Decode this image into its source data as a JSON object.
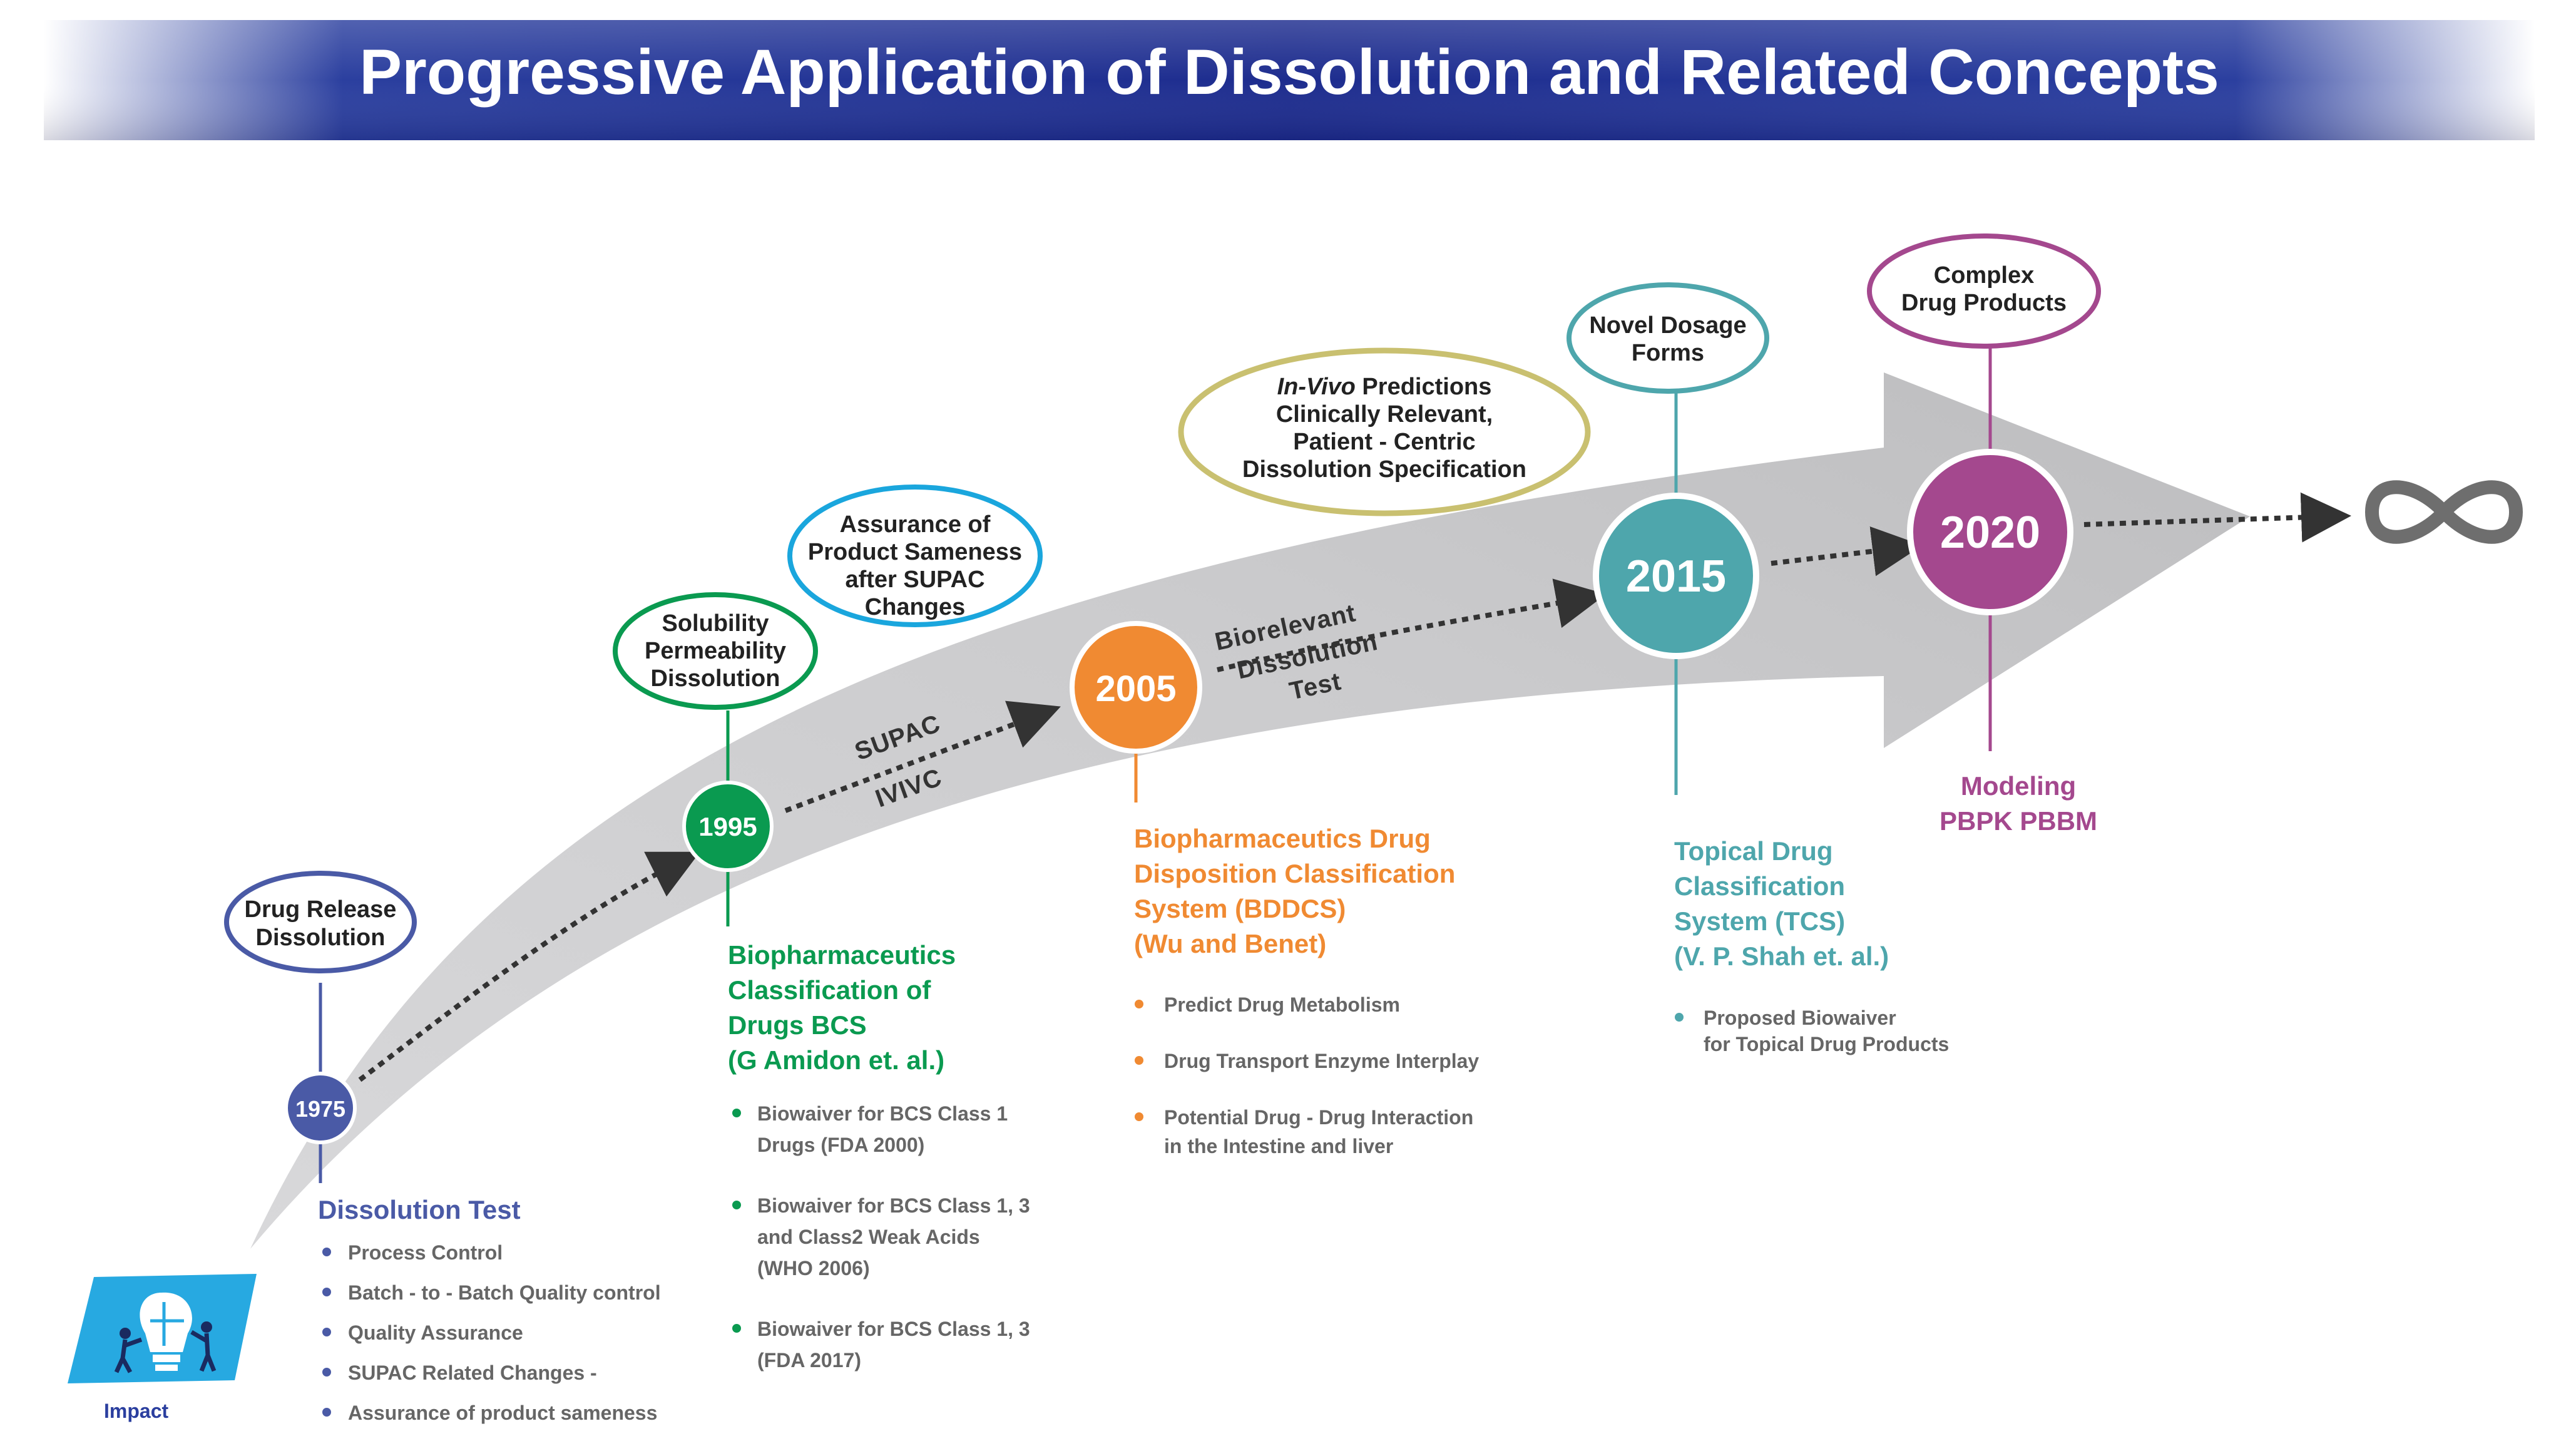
{
  "title": "Progressive Application of Dissolution and Related Concepts",
  "colors": {
    "banner_dark": "#1a2a8c",
    "banner_light": "#3a58c8",
    "arrow_gray": "#cfcfd1",
    "c1975": "#4a5aa6",
    "c1995": "#0a9a50",
    "c2005": "#f08a32",
    "c2015": "#4ea6ac",
    "c2020": "#a4488e",
    "bubble_2005": "#c9c070",
    "bubble_1995_b": "#1aa6dd",
    "infinity": "#6e6e6e",
    "impact_blue": "#27a9e1"
  },
  "milestones": {
    "m1975": {
      "year": "1975",
      "bubble": [
        "Drug Release",
        "Dissolution"
      ],
      "heading": [
        "Dissolution Test"
      ],
      "bullets": [
        [
          "Process Control"
        ],
        [
          "Batch - to - Batch Quality control"
        ],
        [
          "Quality Assurance"
        ],
        [
          "SUPAC Related Changes -"
        ],
        [
          "Assurance of product sameness"
        ]
      ]
    },
    "m1995": {
      "year": "1995",
      "bubble": [
        "Solubility",
        "Permeability",
        "Dissolution"
      ],
      "bubble2": [
        "Assurance of",
        "Product Sameness",
        "after SUPAC",
        "Changes"
      ],
      "heading": [
        "Biopharmaceutics",
        "Classification of",
        "Drugs BCS",
        "(G Amidon et. al.)"
      ],
      "bullets": [
        [
          "Biowaiver for BCS Class 1",
          "Drugs (FDA 2000)"
        ],
        [
          "Biowaiver for BCS  Class 1, 3",
          "and Class2 Weak Acids",
          "(WHO 2006)"
        ],
        [
          "Biowaiver for BCS  Class 1, 3",
          "(FDA 2017)"
        ]
      ]
    },
    "m2005": {
      "year": "2005",
      "bubble": {
        "line1_italic": "In-Vivo",
        "line1_rest": " Predictions",
        "lines": [
          "Clinically Relevant,",
          "Patient - Centric",
          "Dissolution Specification"
        ]
      },
      "heading": [
        "Biopharmaceutics Drug",
        "Disposition Classification",
        "System (BDDCS)",
        "(Wu and Benet)"
      ],
      "bullets": [
        [
          "Predict Drug Metabolism"
        ],
        [
          "Drug Transport Enzyme Interplay"
        ],
        [
          "Potential Drug - Drug Interaction",
          "in the Intestine and liver"
        ]
      ]
    },
    "m2015": {
      "year": "2015",
      "bubble": [
        "Novel Dosage",
        "Forms"
      ],
      "heading": [
        "Topical Drug",
        "Classification",
        "System (TCS)",
        "(V. P. Shah et. al.)"
      ],
      "bullets": [
        [
          "Proposed  Biowaiver",
          "for Topical Drug Products"
        ]
      ]
    },
    "m2020": {
      "year": "2020",
      "bubble": [
        "Complex",
        "Drug Products"
      ],
      "heading": [
        "Modeling",
        "PBPK PBBM"
      ]
    }
  },
  "arrow_labels": {
    "supac": "SUPAC",
    "ivivc": "IVIVC",
    "biorelevant": [
      "Biorelevant",
      "Dissolution",
      "Test"
    ]
  },
  "impact_label": "Impact",
  "infinity_icon": "infinity-icon"
}
